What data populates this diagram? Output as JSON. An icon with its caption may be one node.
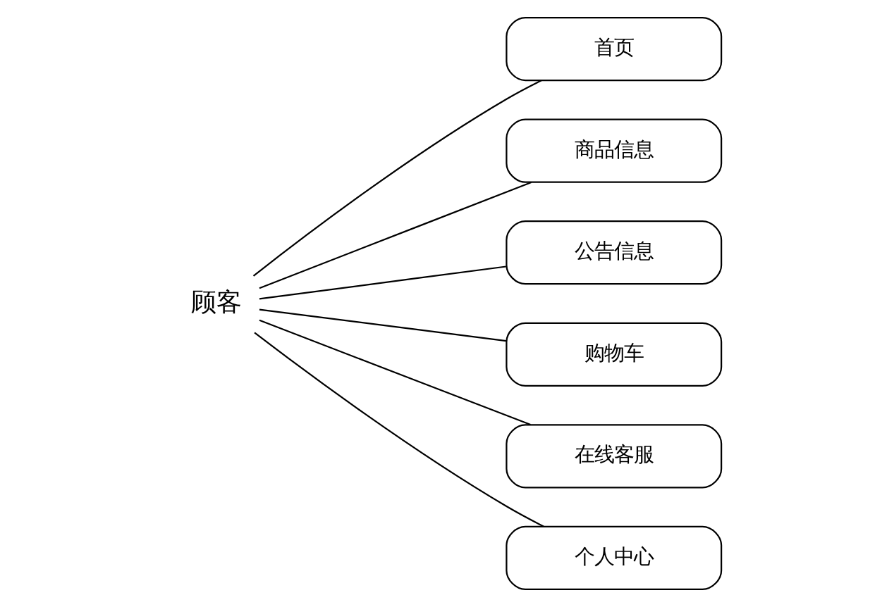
{
  "diagram": {
    "nodes": [
      {
        "text": [
          "顾客"
        ]
      },
      {
        "text": [
          "首页"
        ]
      },
      {
        "text": [
          "商品信息"
        ]
      },
      {
        "text": [
          "公告信息"
        ]
      },
      {
        "text": [
          "购物车"
        ]
      },
      {
        "text": [
          "在线客服"
        ]
      },
      {
        "text": [
          "个人中心"
        ]
      }
    ],
    "edges": [
      {
        "from": 0,
        "to": 1,
        "arrow": "none"
      },
      {
        "from": 0,
        "to": 2,
        "arrow": "none"
      },
      {
        "from": 0,
        "to": 3,
        "arrow": "none"
      },
      {
        "from": 0,
        "to": 4,
        "arrow": "none"
      },
      {
        "from": 0,
        "to": 5,
        "arrow": "none"
      },
      {
        "from": 0,
        "to": 6,
        "arrow": "none"
      }
    ]
  }
}
